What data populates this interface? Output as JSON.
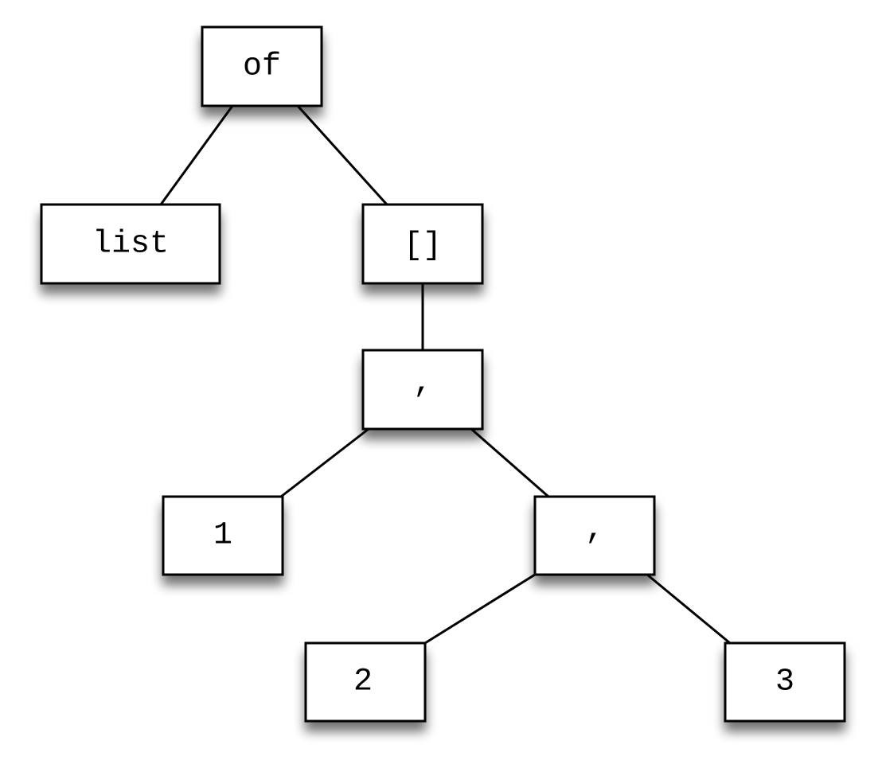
{
  "diagram": {
    "nodes": [
      {
        "id": "of",
        "label": "of"
      },
      {
        "id": "list",
        "label": "list"
      },
      {
        "id": "brackets",
        "label": "[]"
      },
      {
        "id": "comma-1",
        "label": ","
      },
      {
        "id": "one",
        "label": "1"
      },
      {
        "id": "comma-2",
        "label": ","
      },
      {
        "id": "two",
        "label": "2"
      },
      {
        "id": "three",
        "label": "3"
      }
    ],
    "edges": [
      {
        "from": "of",
        "to": "list"
      },
      {
        "from": "of",
        "to": "brackets"
      },
      {
        "from": "brackets",
        "to": "comma-1"
      },
      {
        "from": "comma-1",
        "to": "one"
      },
      {
        "from": "comma-1",
        "to": "comma-2"
      },
      {
        "from": "comma-2",
        "to": "two"
      },
      {
        "from": "comma-2",
        "to": "three"
      }
    ]
  }
}
